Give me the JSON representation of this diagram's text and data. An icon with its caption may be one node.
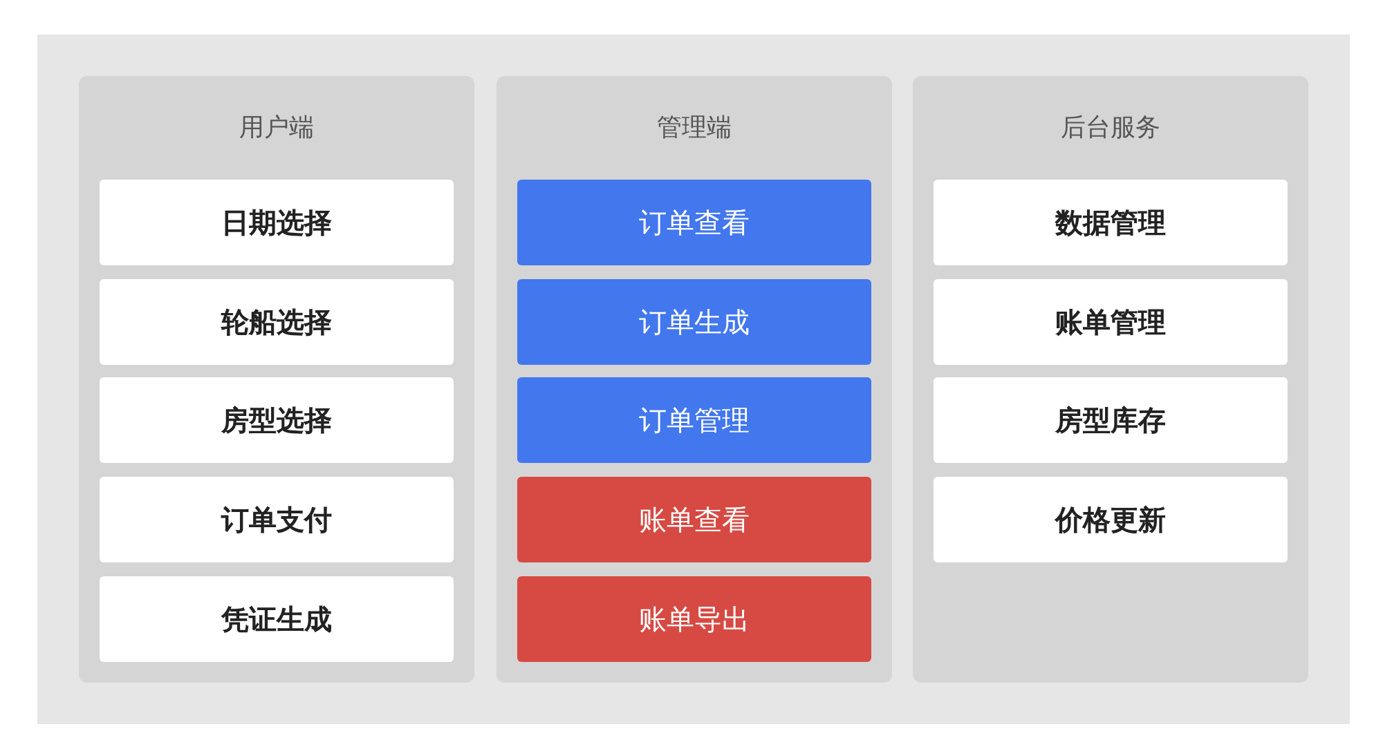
{
  "diagram": {
    "nodes": [
      {
        "text": [
          "用户端"
        ]
      },
      {
        "text": [
          "日期选择"
        ],
        "in": 0
      },
      {
        "text": [
          "轮船选择"
        ],
        "in": 0
      },
      {
        "text": [
          "房型选择"
        ],
        "in": 0
      },
      {
        "text": [
          "订单支付"
        ],
        "in": 0
      },
      {
        "text": [
          "凭证生成"
        ],
        "in": 0
      },
      {
        "text": [
          "管理端"
        ]
      },
      {
        "text": [
          "订单查看"
        ],
        "in": 6
      },
      {
        "text": [
          "订单生成"
        ],
        "in": 6
      },
      {
        "text": [
          "订单管理"
        ],
        "in": 6
      },
      {
        "text": [
          "账单查看"
        ],
        "in": 6
      },
      {
        "text": [
          "账单导出"
        ],
        "in": 6
      },
      {
        "text": [
          "后台服务"
        ]
      },
      {
        "text": [
          "数据管理"
        ],
        "in": 12
      },
      {
        "text": [
          "账单管理"
        ],
        "in": 12
      },
      {
        "text": [
          "房型库存"
        ],
        "in": 12
      },
      {
        "text": [
          "价格更新"
        ],
        "in": 12
      }
    ]
  }
}
